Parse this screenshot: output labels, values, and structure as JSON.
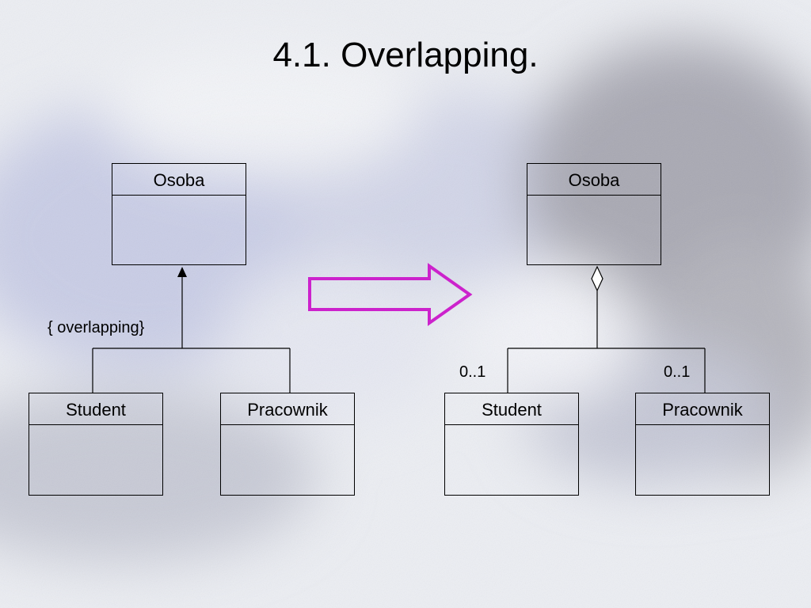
{
  "slide": {
    "title": "4.1. Overlapping."
  },
  "left_diagram": {
    "parent": {
      "name": "Osoba"
    },
    "children": [
      {
        "name": "Student"
      },
      {
        "name": "Pracownik"
      }
    ],
    "constraint": "{ overlapping}"
  },
  "right_diagram": {
    "parent": {
      "name": "Osoba"
    },
    "children": [
      {
        "name": "Student",
        "multiplicity": "0..1"
      },
      {
        "name": "Pracownik",
        "multiplicity": "0..1"
      }
    ]
  },
  "colors": {
    "arrow": "#cc22cc",
    "line": "#000000"
  }
}
